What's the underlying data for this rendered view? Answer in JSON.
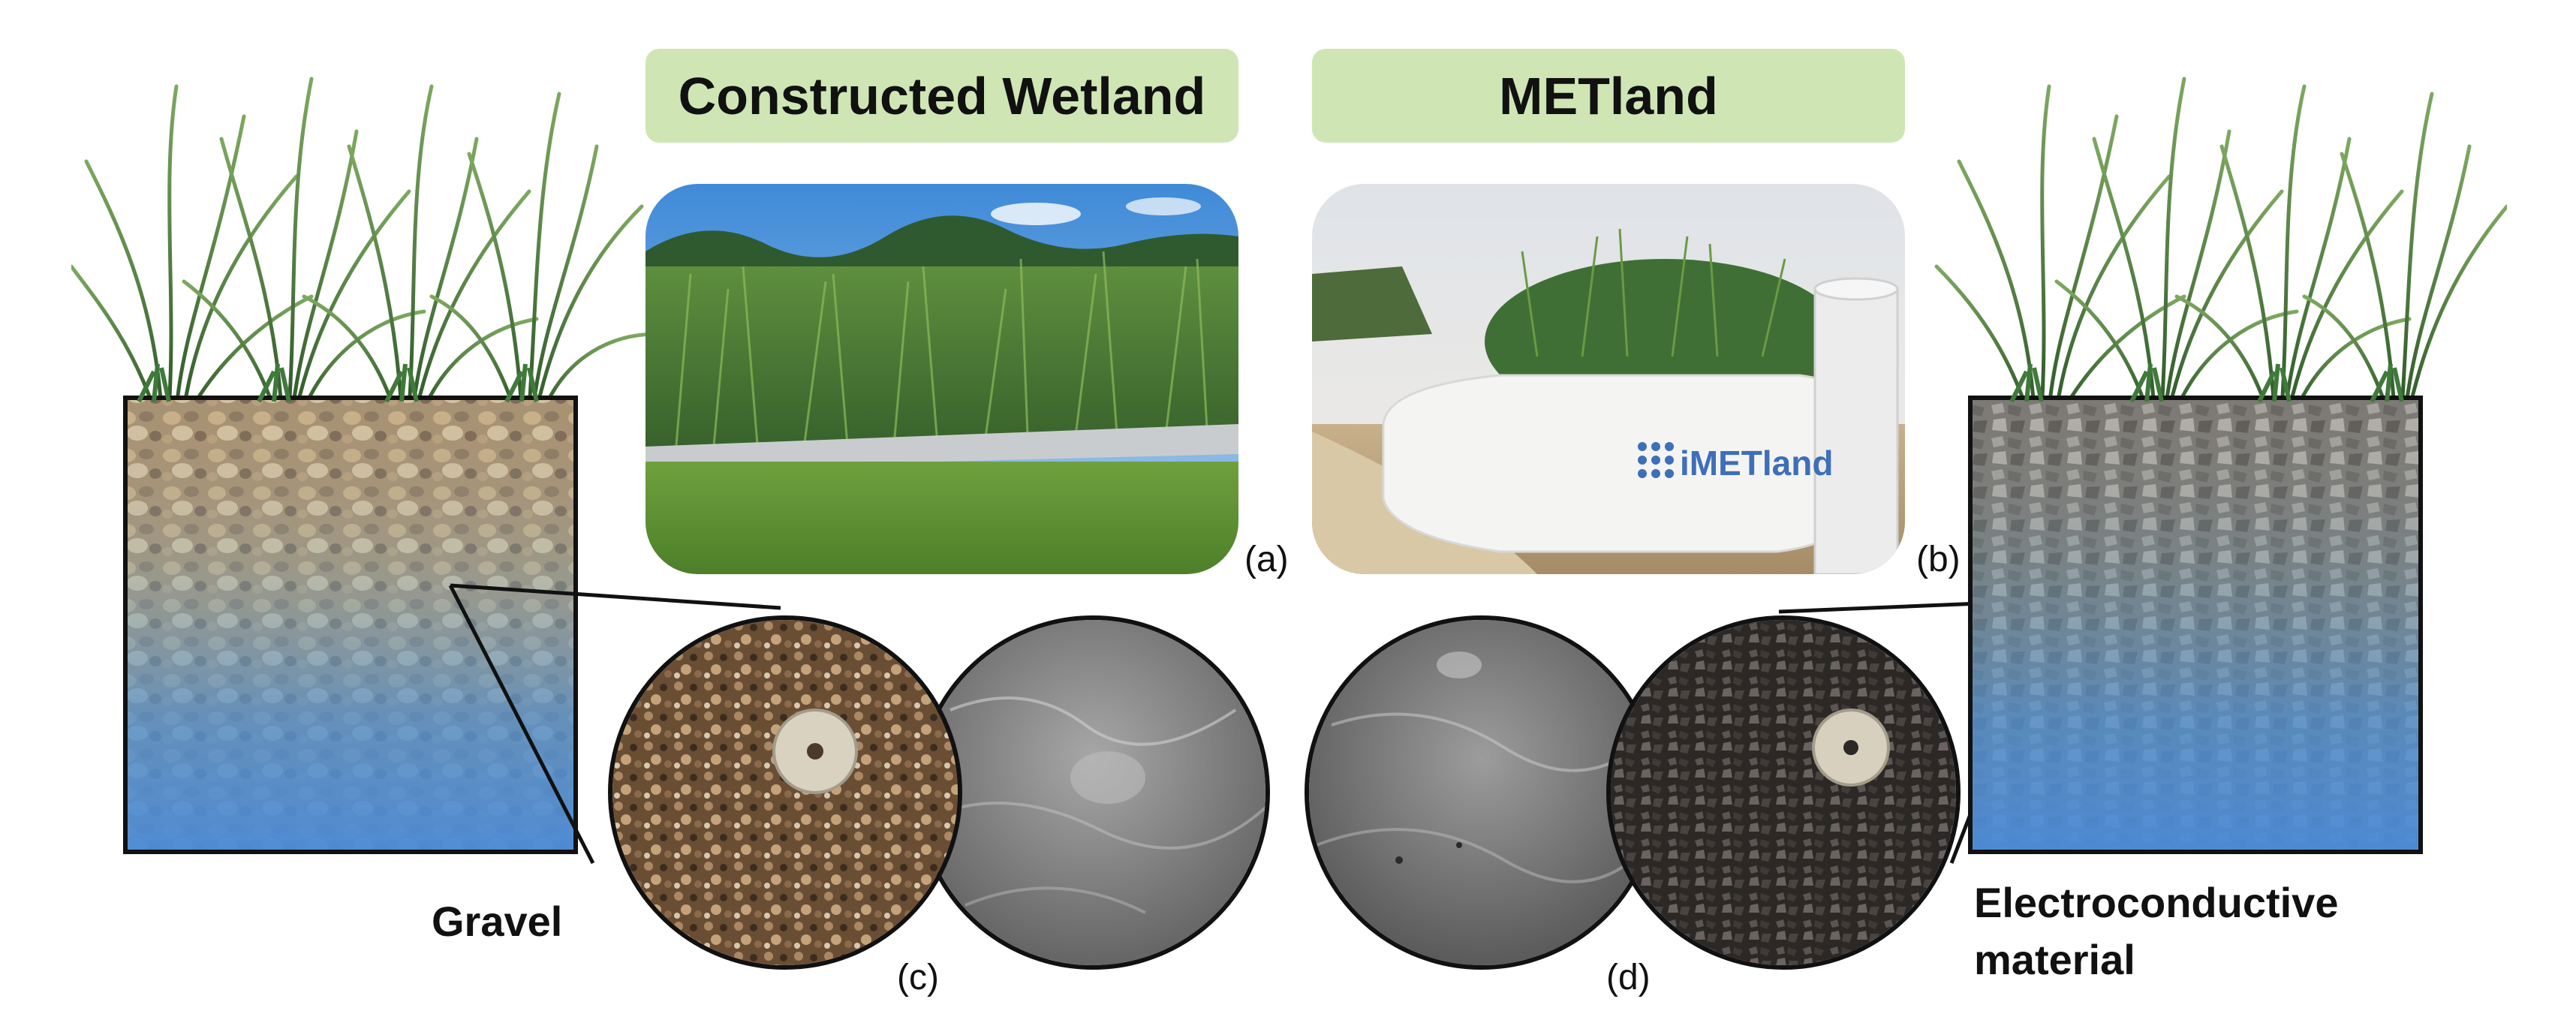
{
  "titles": {
    "left": "Constructed Wetland",
    "right": "METland"
  },
  "panel_labels": {
    "a": "(a)",
    "b": "(b)",
    "c": "(c)",
    "d": "(d)"
  },
  "material_labels": {
    "left": "Gravel",
    "right_line1": "Electroconductive",
    "right_line2": "material"
  },
  "sign_text": "iMETland",
  "colors": {
    "title_box": "#cfe6b4",
    "water_blue": "#4f8fd0",
    "reed_green": "#3f7a3a",
    "outline": "#111111"
  }
}
